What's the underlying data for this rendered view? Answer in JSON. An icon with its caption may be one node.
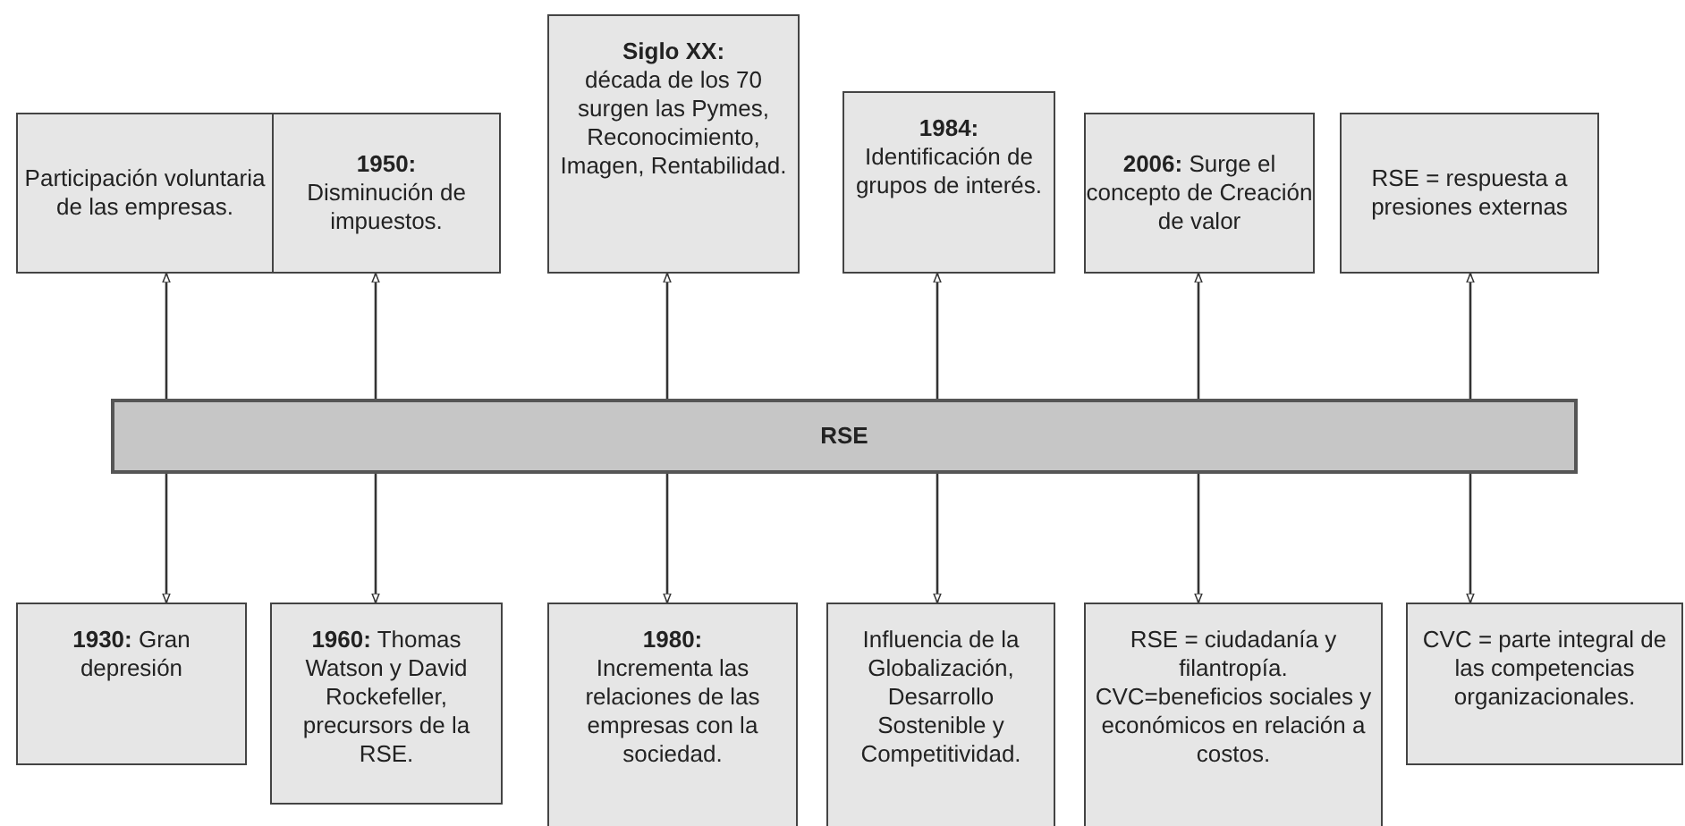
{
  "diagram": {
    "nodes": [
      {
        "text": [
          "Participación voluntaria de las empresas."
        ]
      },
      {
        "text": [
          "1950:",
          "Disminución de impuestos."
        ]
      },
      {
        "text": [
          "Siglo XX:",
          "década de los 70 surgen las Pymes, Reconocimiento, Imagen, Rentabilidad."
        ]
      },
      {
        "text": [
          "1984:",
          "Identificación de grupos de interés."
        ]
      },
      {
        "text": [
          "**2006:**  Surge el concepto de Creación de valor"
        ]
      },
      {
        "text": [
          "RSE = respuesta a presiones externas"
        ]
      },
      {
        "text": [
          "RSE"
        ]
      },
      {
        "text": [
          "**1930:** Gran depresión"
        ]
      },
      {
        "text": [
          "**1960:** Thomas Watson y David Rockefeller, precursors de la RSE."
        ]
      },
      {
        "text": [
          "1980:",
          "Incrementa las relaciones de las empresas con la sociedad."
        ]
      },
      {
        "text": [
          "Influencia de la Globalización, Desarrollo Sostenible y Competitividad."
        ]
      },
      {
        "text": [
          "RSE = ciudadanía y filantropía. CVC=beneficios sociales y económicos en relación a costos."
        ]
      },
      {
        "text": [
          "CVC = parte integral de las competencias organizacionales."
        ]
      }
    ],
    "edges": [
      {
        "from": 6,
        "to": 0,
        "arrow": "to"
      },
      {
        "from": 6,
        "to": 1,
        "arrow": "to"
      },
      {
        "from": 6,
        "to": 2,
        "arrow": "to"
      },
      {
        "from": 6,
        "to": 3,
        "arrow": "to"
      },
      {
        "from": 6,
        "to": 4,
        "arrow": "to"
      },
      {
        "from": 6,
        "to": 5,
        "arrow": "to"
      },
      {
        "from": 6,
        "to": 7,
        "arrow": "to"
      },
      {
        "from": 6,
        "to": 8,
        "arrow": "to"
      },
      {
        "from": 6,
        "to": 9,
        "arrow": "to"
      },
      {
        "from": 6,
        "to": 10,
        "arrow": "to"
      },
      {
        "from": 6,
        "to": 11,
        "arrow": "to"
      },
      {
        "from": 6,
        "to": 12,
        "arrow": "to"
      }
    ]
  }
}
